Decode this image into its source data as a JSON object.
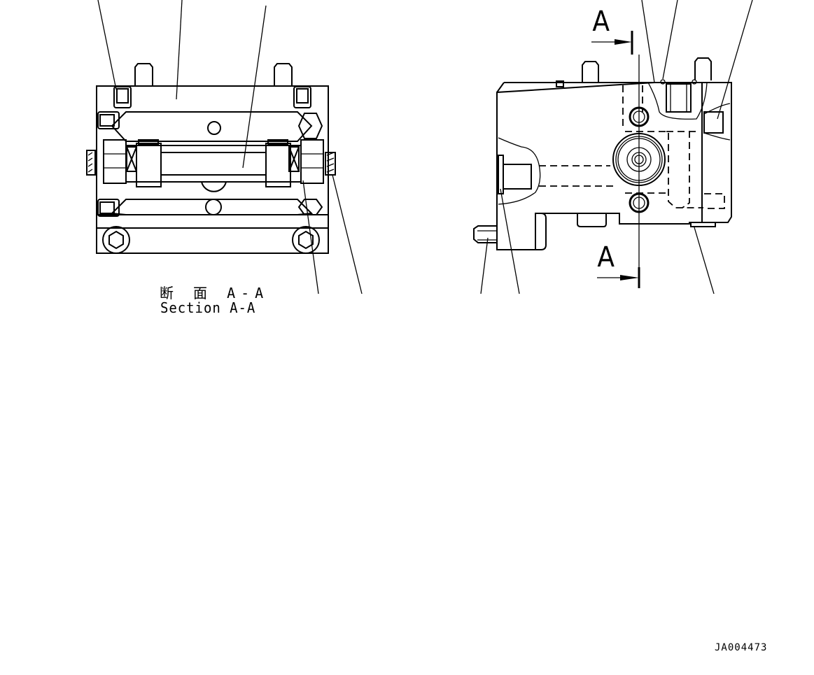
{
  "drawing": {
    "section_caption_jp": "断 面 A-A",
    "section_caption_en": "Section A-A",
    "section_marker_top": "A",
    "section_marker_bottom": "A",
    "drawing_code": "JA004473"
  },
  "views": [
    {
      "name": "section-view-a-a",
      "description": "Sectional view A-A of valve block with spool, springs and plugs"
    },
    {
      "name": "side-view",
      "description": "External side view of valve body with section cut line A-A"
    }
  ],
  "colors": {
    "line": "#000000",
    "background": "#ffffff"
  }
}
